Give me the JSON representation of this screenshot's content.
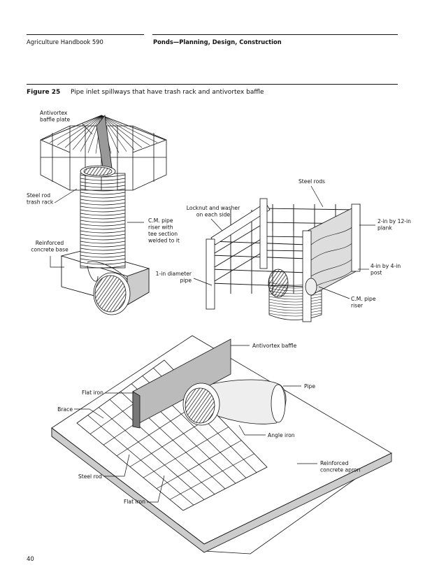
{
  "header": {
    "left": "Agriculture Handbook 590",
    "right": "Ponds—Planning, Design, Construction"
  },
  "figure": {
    "number": "Figure 25",
    "caption": "Pipe inlet spillways that have trash rack and antivortex baffle"
  },
  "labels": {
    "antivortex_baffle_plate": [
      "Antivortex",
      "baffle plate"
    ],
    "steel_rod_trash_rack": [
      "Steel rod",
      "trash rack"
    ],
    "reinforced_concrete_base": [
      "Reinforced",
      "concrete base"
    ],
    "cm_pipe_riser_tee": [
      "C.M. pipe",
      "riser with",
      "tee section",
      "welded to it"
    ],
    "steel_rods": [
      "Steel rods"
    ],
    "locknut_washer": [
      "Locknut and washer",
      "on each side"
    ],
    "plank": [
      "2-in by 12-in",
      "plank"
    ],
    "post": [
      "4-in by 4-in",
      "post"
    ],
    "one_in_pipe": [
      "1-in diameter",
      "pipe"
    ],
    "cm_pipe_riser": [
      "C.M. pipe",
      "riser"
    ],
    "antivortex_baffle": [
      "Antivortex baffle"
    ],
    "pipe": [
      "Pipe"
    ],
    "flat_iron_top": [
      "Flat iron"
    ],
    "brace": [
      "Brace"
    ],
    "angle_iron": [
      "Angle iron"
    ],
    "reinforced_concrete_apron": [
      "Reinforced",
      "concrete apron"
    ],
    "steel_rod": [
      "Steel rod"
    ],
    "flat_iron_bottom": [
      "Flat iron"
    ]
  },
  "page_number": "40"
}
